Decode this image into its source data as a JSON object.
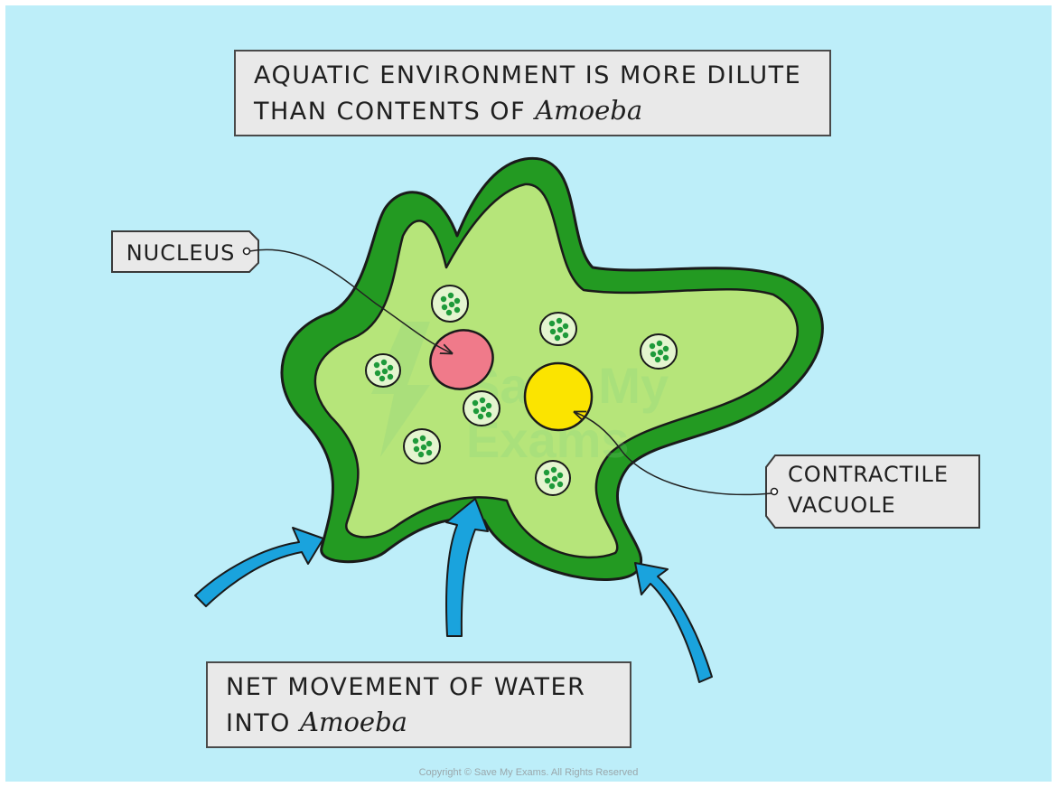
{
  "top_box": {
    "line1": "AQUATIC  ENVIRONMENT  IS  MORE  DILUTE",
    "line2_prefix": "THAN  CONTENTS  OF ",
    "line2_species": "Amoeba"
  },
  "labels": {
    "nucleus": "NUCLEUS",
    "vacuole_line1": "CONTRACTILE",
    "vacuole_line2": "VACUOLE"
  },
  "bottom_box": {
    "line1": "NET  MOVEMENT  OF  WATER",
    "line2_prefix": "INTO ",
    "line2_species": "Amoeba"
  },
  "watermark": {
    "line1": "Save My",
    "line2": "Exams"
  },
  "copyright": "Copyright © Save My Exams. All Rights Reserved",
  "colors": {
    "background": "#bdeef9",
    "membrane": "#239a22",
    "cytoplasm": "#b6e57a",
    "nucleus": "#f07a8a",
    "contractile_vacuole": "#fbe400",
    "chloroplast_fill": "#e4f5cf",
    "chloroplast_dots": "#1e9a3a",
    "water_arrows": "#1aa3dd",
    "label_box": "#e9e9e9"
  }
}
